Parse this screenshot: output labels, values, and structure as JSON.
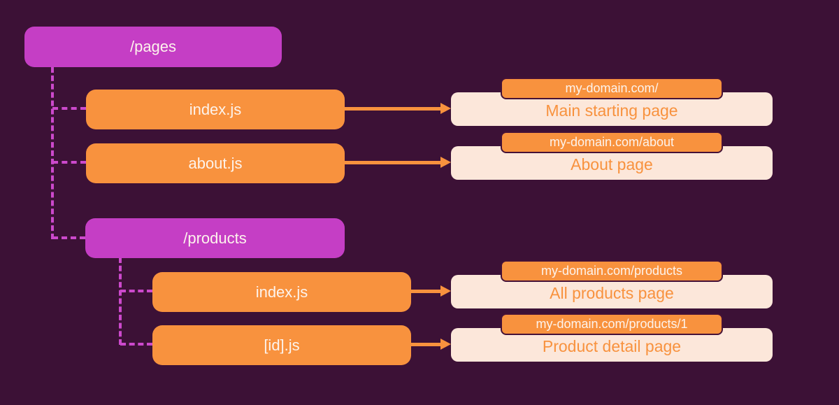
{
  "colors": {
    "background": "#3c1136",
    "folder_box": "#c53ec5",
    "file_box": "#f8923e",
    "result_card": "#fce7da",
    "connector_dashed": "#cc49cc",
    "arrow": "#f8923e",
    "badge_text": "#fdf3ec",
    "description_text": "#f8923e"
  },
  "nodes": {
    "pages": {
      "label": "/pages",
      "type": "folder"
    },
    "index_top": {
      "label": "index.js",
      "type": "file"
    },
    "about": {
      "label": "about.js",
      "type": "file"
    },
    "products": {
      "label": "/products",
      "type": "folder"
    },
    "index_products": {
      "label": "index.js",
      "type": "file"
    },
    "id": {
      "label": "[id].js",
      "type": "file"
    }
  },
  "results": [
    {
      "url": "my-domain.com/",
      "description": "Main starting page"
    },
    {
      "url": "my-domain.com/about",
      "description": "About page"
    },
    {
      "url": "my-domain.com/products",
      "description": "All products page"
    },
    {
      "url": "my-domain.com/products/1",
      "description": "Product detail page"
    }
  ]
}
